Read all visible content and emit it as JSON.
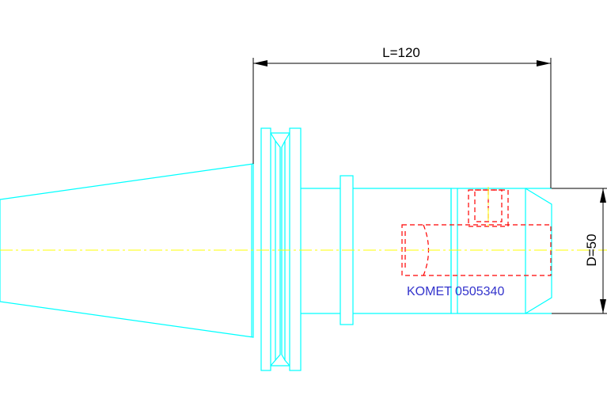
{
  "drawing": {
    "length_label": "L=120",
    "diameter_label": "D=50",
    "part_label": "KOMET 0505340",
    "colors": {
      "outline": "#00ffff",
      "hidden_lines": "#ff0000",
      "centerline": "#ffff00",
      "dimensions": "#000000",
      "part_label": "#3333cc",
      "background": "#ffffff"
    }
  }
}
